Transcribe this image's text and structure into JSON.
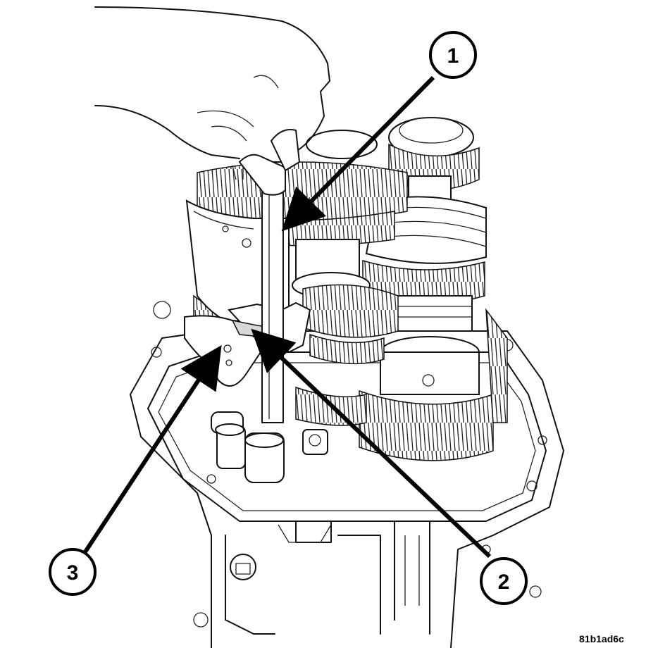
{
  "callouts": [
    {
      "id": "1",
      "label": "1"
    },
    {
      "id": "2",
      "label": "2"
    },
    {
      "id": "3",
      "label": "3"
    }
  ],
  "figure_code": "81b1ad6c",
  "colors": {
    "ink": "#000000",
    "paper": "#ffffff"
  }
}
